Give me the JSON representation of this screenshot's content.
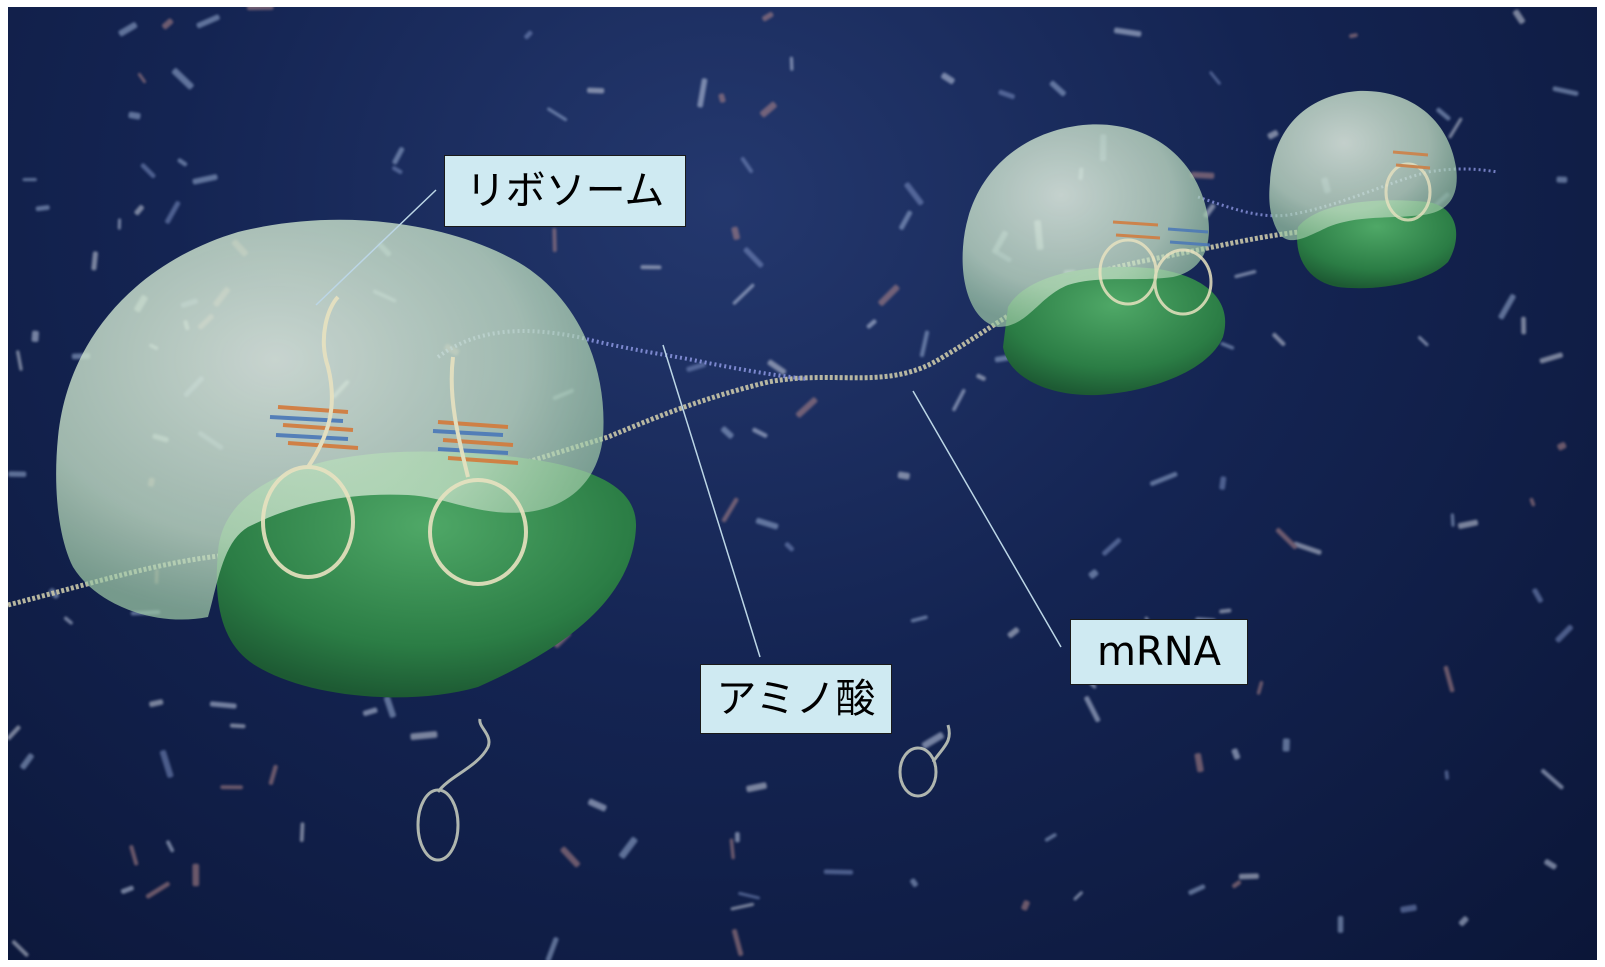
{
  "labels": {
    "ribosome": "リボソーム",
    "amino_acid": "アミノ酸",
    "mrna": "mRNA"
  },
  "colors": {
    "background": "#142452",
    "ribosome_large_subunit": "#cfe6cf",
    "ribosome_small_subunit": "#2f8a4a",
    "label_fill": "#cfeaf2",
    "leader_line": "#bcd6e6"
  }
}
